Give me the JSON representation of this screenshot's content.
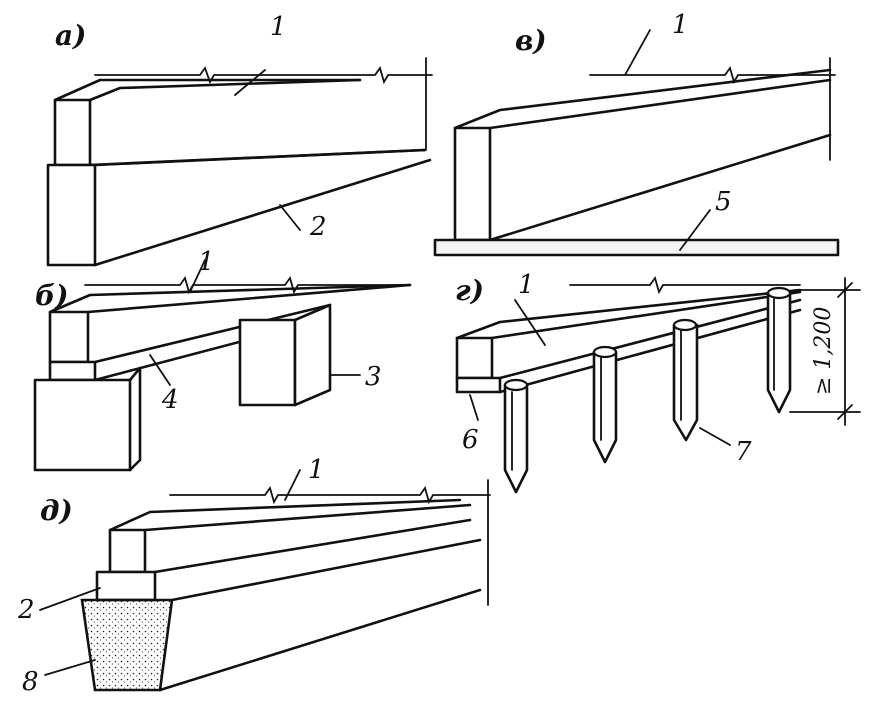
{
  "panels": {
    "a": {
      "letter": "а)",
      "beam_label": "1",
      "foundation_label": "2"
    },
    "b": {
      "letter": "б)",
      "beam_label": "1",
      "post_label": "3",
      "bearing_label": "4"
    },
    "v": {
      "letter": "в)",
      "beam_label": "1",
      "base_label": "5"
    },
    "g": {
      "letter": "г)",
      "beam_label": "1",
      "sleeper_label": "6",
      "pile_label": "7",
      "dimension": "≥ 1,200"
    },
    "d": {
      "letter": "д)",
      "beam_label": "1",
      "foundation_label": "2",
      "concrete_label": "8"
    }
  },
  "colors": {
    "ink": "#111111",
    "paper": "#ffffff"
  }
}
